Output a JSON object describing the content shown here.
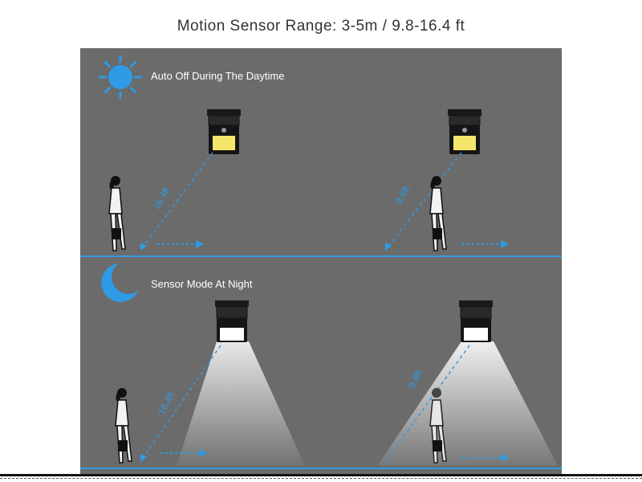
{
  "title": "Motion Sensor Range: 3-5m / 9.8-16.4 ft",
  "day": {
    "label": "Auto Off During The Daytime",
    "icon": "sun-icon",
    "left_distance": "16.4ft",
    "right_distance": "9.8ft"
  },
  "night": {
    "label": "Sensor Mode At Night",
    "icon": "moon-icon",
    "left_distance": "16.4ft",
    "right_distance": "9.8ft"
  },
  "colors": {
    "panel": "#6b6b6b",
    "accent": "#2e9be6",
    "panel_light": "#f4e66a"
  }
}
